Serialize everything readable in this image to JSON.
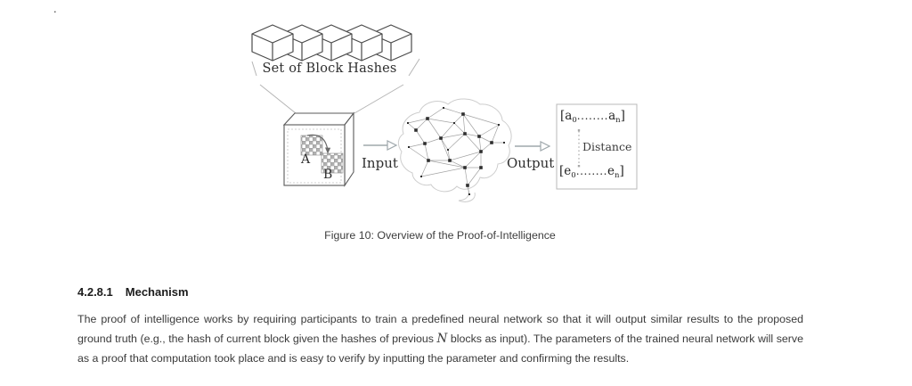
{
  "page": {
    "stray_mark": "."
  },
  "figure": {
    "blocks_label": "Set of Block Hashes",
    "cube": {
      "label_a": "A",
      "label_b": "B"
    },
    "arrows": {
      "input_label": "Input",
      "output_label": "Output"
    },
    "result_box": {
      "vector_a": {
        "open": "[",
        "var": "a",
        "sub_first": "0",
        "dots": "........",
        "var2": "a",
        "sub_last": "n",
        "close": "]"
      },
      "distance_label": "Distance",
      "vector_e": {
        "open": "[",
        "var": "e",
        "sub_first": "0",
        "dots": "........",
        "var2": "e",
        "sub_last": "n",
        "close": "]"
      }
    },
    "caption": "Figure 10: Overview of the Proof-of-Intelligence"
  },
  "section": {
    "number": "4.2.8.1",
    "title": "Mechanism",
    "body": {
      "pre": "The proof of intelligence works by requiring participants to train a predefined neural network so that it will output similar results to the proposed ground truth (e.g., the hash of current block given the hashes of previous ",
      "math": "N",
      "post": " blocks as input). The parameters of the trained neural network will serve as a proof that computation took place and is easy to verify by inputting the parameter and confirming the results."
    }
  },
  "icons": {
    "block_hashes": "block-cube-icon",
    "neural_network": "brain-network-icon",
    "input_arrow": "hollow-right-arrow-icon",
    "output_arrow": "hollow-right-arrow-icon"
  },
  "colors": {
    "line_art": "#4a4a4a",
    "light_line": "#b5b5b5",
    "arrow": "#9fa8ac",
    "body_text": "#3a3a3a",
    "heading_text": "#1c1c1c"
  }
}
